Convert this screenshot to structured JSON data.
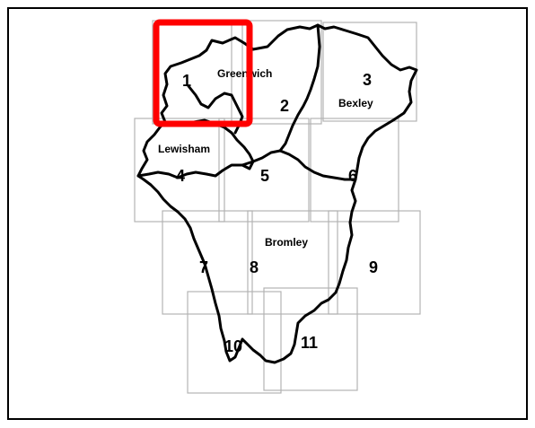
{
  "map": {
    "highlight_color": "#ff0000",
    "tile_color": "#b3b3b3",
    "boundary_color": "#000000",
    "borough_labels": {
      "greenwich": "Greenwich",
      "bexley": "Bexley",
      "lewisham": "Lewisham",
      "bromley": "Bromley"
    },
    "tile_numbers": [
      "1",
      "2",
      "3",
      "4",
      "5",
      "6",
      "7",
      "8",
      "9",
      "10",
      "11"
    ],
    "selected_tile": "1"
  }
}
